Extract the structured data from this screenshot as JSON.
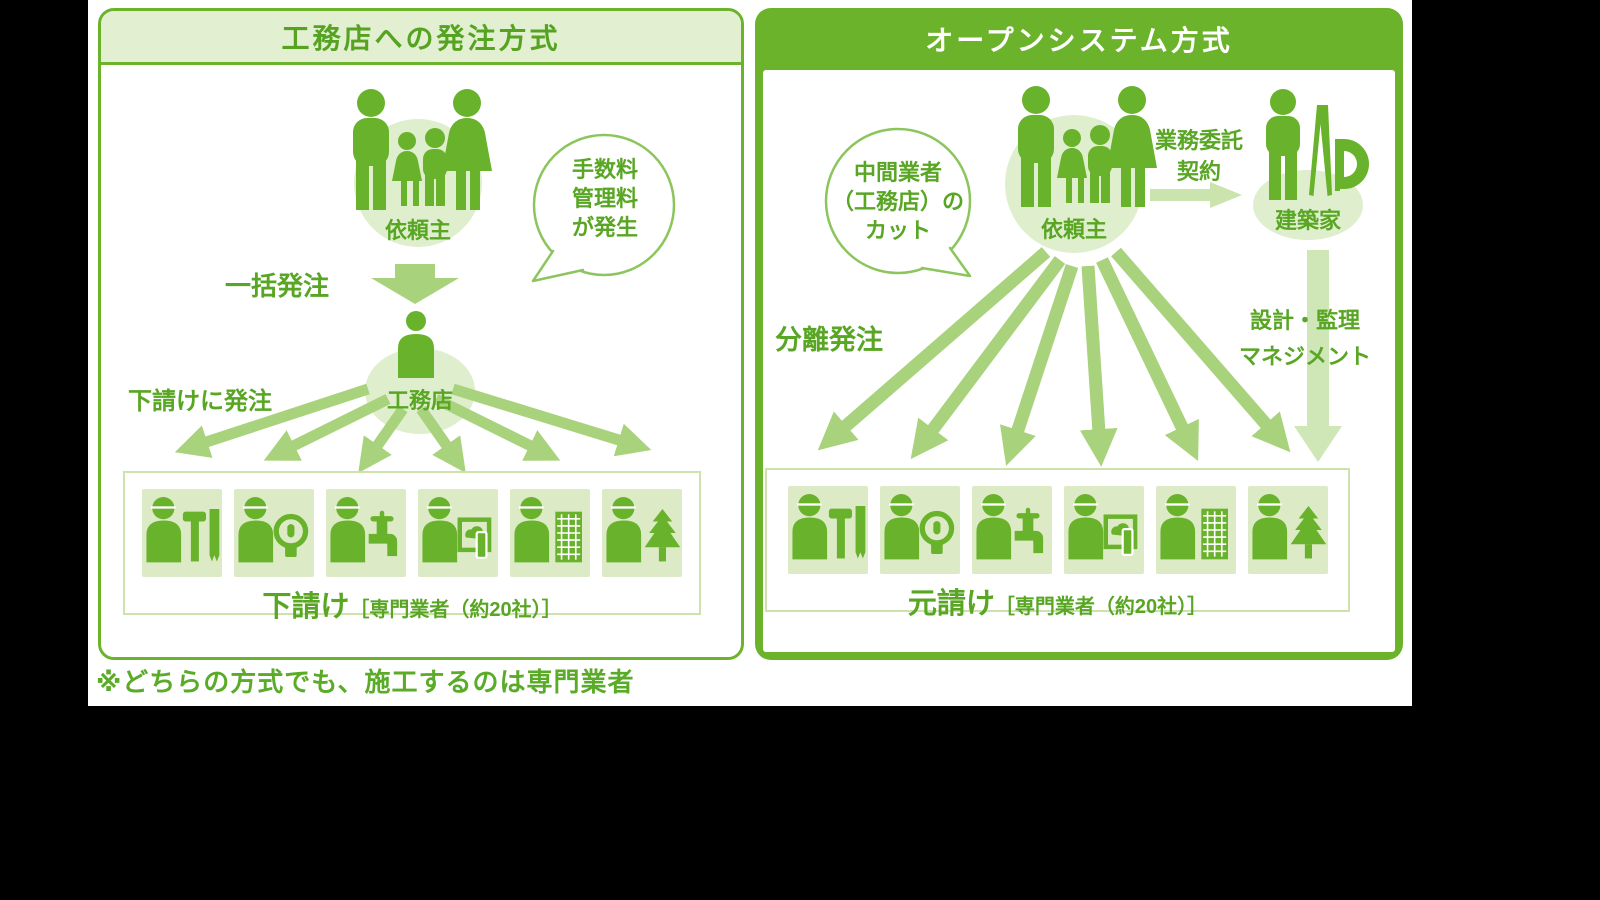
{
  "colors": {
    "brand_green": "#6cb32c",
    "text_green": "#58a623",
    "icon_green": "#69b22b",
    "header_bg": "#e2efd1",
    "circle_bg": "#dfeecd",
    "tile_bg": "#dcebc6",
    "arrow_mid": "#a8d27c",
    "arrow_pale": "#cbe3ad",
    "arrow_paler": "#cfe6b6",
    "bubble_stroke": "#8cc55e",
    "box_border": "#cde3ab"
  },
  "note": "※どちらの方式でも、施工するのは専門業者",
  "left_panel": {
    "title": "工務店への発注方式",
    "client_label": "依頼主",
    "bubble_lines": [
      "手数料",
      "管理料",
      "が発生"
    ],
    "bulk_order_label": "一括発注",
    "contractor_label": "工務店",
    "suborder_label": "下請けに発注",
    "bottom_title": "下請け",
    "bottom_subtitle": "［専門業者（約20社）］"
  },
  "right_panel": {
    "title": "オープンシステム方式",
    "bubble_lines": [
      "中間業者",
      "（工務店）の",
      "カット"
    ],
    "client_label": "依頼主",
    "commission_lines": [
      "業務委託",
      "契約"
    ],
    "architect_label": "建築家",
    "separate_order_label": "分離発注",
    "design_lines": [
      "設計・監理",
      "マネジメント"
    ],
    "bottom_title": "元請け",
    "bottom_subtitle": "［専門業者（約20社）］"
  },
  "workers": [
    {
      "name": "carpenter-icon"
    },
    {
      "name": "electrician-icon"
    },
    {
      "name": "plumber-icon"
    },
    {
      "name": "painter-icon"
    },
    {
      "name": "builder-icon"
    },
    {
      "name": "landscaper-icon"
    }
  ]
}
